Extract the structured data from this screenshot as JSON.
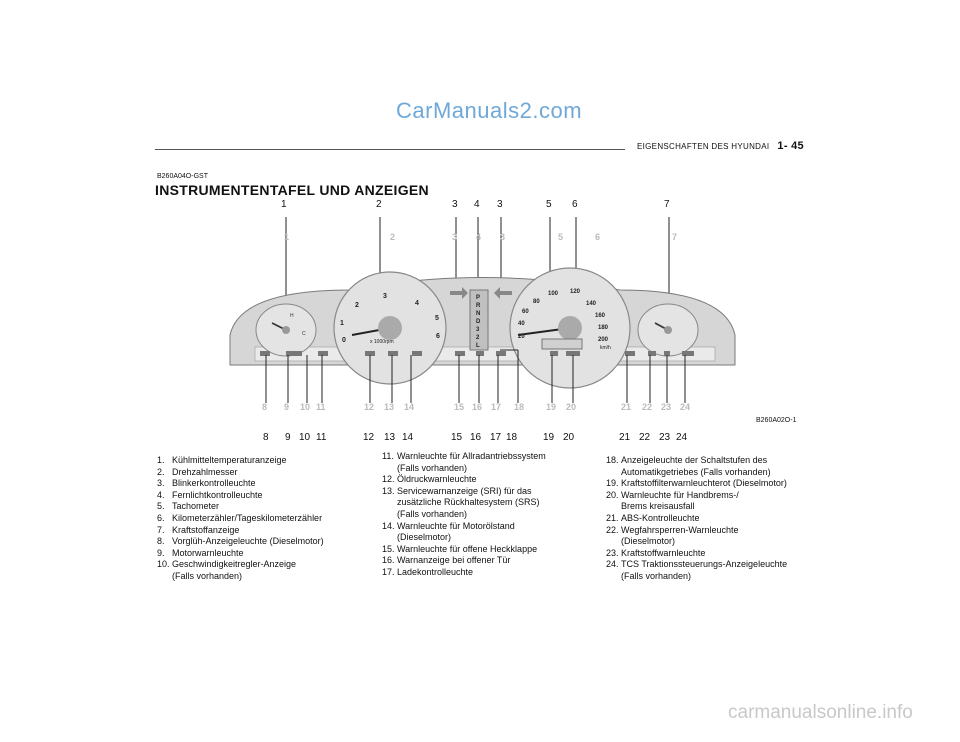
{
  "watermark_top": "CarManuals2.com",
  "watermark_bottom": "carmanualsonline.info",
  "header": {
    "section": "EIGENSCHAFTEN DES HYUNDAI",
    "page": "1- 45"
  },
  "doc_code": "B260A04O-GST",
  "title": "INSTRUMENTENTAFEL UND ANZEIGEN",
  "figure_code": "B260A02O-1",
  "callouts_top": [
    "1",
    "2",
    "3",
    "4",
    "3",
    "5",
    "6",
    "7"
  ],
  "callouts_bottom": [
    "8",
    "9",
    "10",
    "11",
    "12",
    "13",
    "14",
    "15",
    "16",
    "17",
    "18",
    "19",
    "20",
    "21",
    "22",
    "23",
    "24"
  ],
  "gauge_labels": {
    "rpm_unit": "x 1000rpm",
    "rpm_ticks": [
      "0",
      "1",
      "2",
      "3",
      "4",
      "5",
      "6"
    ],
    "speed_unit": "km/h",
    "speed_ticks": [
      "20",
      "40",
      "60",
      "80",
      "100",
      "120",
      "140",
      "160",
      "180",
      "200"
    ],
    "temp_hi": "H",
    "temp_lo": "C",
    "gear": [
      "P",
      "R",
      "N",
      "D",
      "3",
      "2",
      "L"
    ]
  },
  "legend_col1": [
    {
      "n": "1.",
      "t": "Kühlmitteltemperaturanzeige"
    },
    {
      "n": "2.",
      "t": "Drehzahlmesser"
    },
    {
      "n": "3.",
      "t": "Blinkerkontrolleuchte"
    },
    {
      "n": "4.",
      "t": "Fernlichtkontrolleuchte"
    },
    {
      "n": "5.",
      "t": "Tachometer"
    },
    {
      "n": "6.",
      "t": "Kilometerzähler/Tageskilometerzähler"
    },
    {
      "n": "7.",
      "t": "Kraftstoffanzeige"
    },
    {
      "n": "8.",
      "t": "Vorglüh-Anzeigeleuchte (Dieselmotor)"
    },
    {
      "n": "9.",
      "t": "Motorwarnleuchte"
    },
    {
      "n": "10.",
      "t": "Geschwindigkeitregler-Anzeige",
      "c": "(Falls vorhanden)"
    }
  ],
  "legend_col2": [
    {
      "n": "11.",
      "t": "Warnleuchte für Allradantriebssystem",
      "c": "(Falls vorhanden)"
    },
    {
      "n": "12.",
      "t": "Öldruckwarnleuchte"
    },
    {
      "n": "13.",
      "t": "Servicewarnanzeige (SRI) für das",
      "c": "zusätzliche Rückhaltesystem (SRS)",
      "c2": "(Falls vorhanden)"
    },
    {
      "n": "14.",
      "t": "Warnleuchte für Motorölstand",
      "c": "(Dieselmotor)"
    },
    {
      "n": "15.",
      "t": "Warnleuchte für offene Heckklappe"
    },
    {
      "n": "16.",
      "t": "Warnanzeige bei offener Tür"
    },
    {
      "n": "17.",
      "t": "Ladekontrolleuchte"
    }
  ],
  "legend_col3": [
    {
      "n": "18.",
      "t": "Anzeigeleuchte der Schaltstufen des",
      "c": "Automatikgetriebes (Falls vorhanden)"
    },
    {
      "n": "19.",
      "t": "Kraftstoffilterwarnleuchterot (Dieselmotor)"
    },
    {
      "n": "20.",
      "t": "Warnleuchte für Handbrems-/",
      "c": "Brems kreisausfall"
    },
    {
      "n": "21.",
      "t": "ABS-Kontrolleuchte"
    },
    {
      "n": "22.",
      "t": "Wegfahrsperren-Warnleuchte",
      "c": "(Dieselmotor)"
    },
    {
      "n": "23.",
      "t": "Kraftstoffwarnleuchte"
    },
    {
      "n": "24.",
      "t": "TCS Traktionssteuerungs-Anzeigeleuchte",
      "c": "(Falls vorhanden)"
    }
  ]
}
